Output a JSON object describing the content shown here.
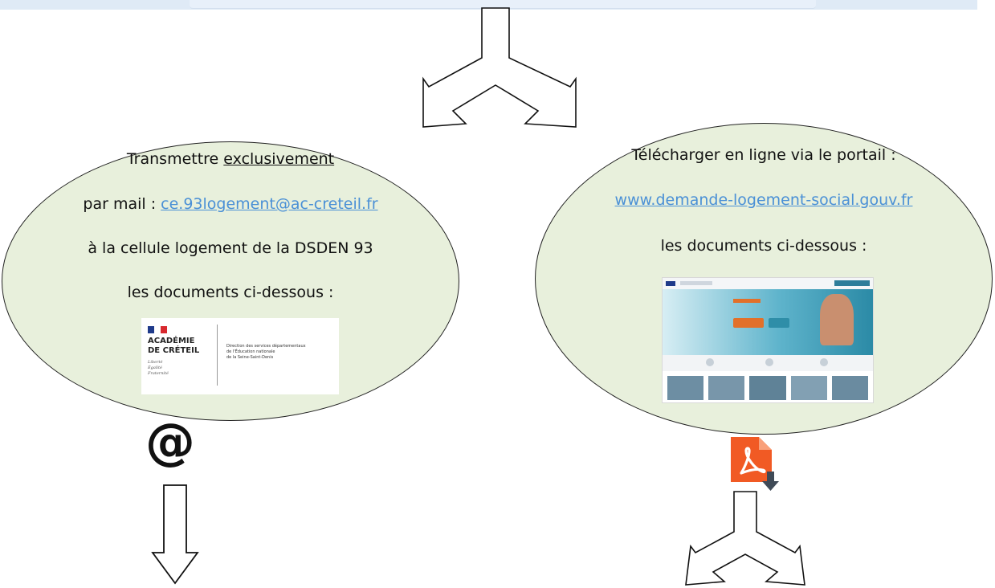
{
  "left_bubble": {
    "line1_prefix": "Transmettre ",
    "line1_emphasis": "exclusivement",
    "line2_prefix": "par mail : ",
    "line2_link": "ce.93logement@ac-creteil.fr",
    "line3": "à la cellule logement de la DSDEN 93",
    "line4": "les documents ci-dessous :",
    "logo": {
      "name_line1": "ACADÉMIE",
      "name_line2": "DE CRÉTEIL",
      "motto_line1": "Liberté",
      "motto_line2": "Égalité",
      "motto_line3": "Fraternité",
      "desc_line1": "Direction des services départementaux",
      "desc_line2": "de l'Éducation nationale",
      "desc_line3": "de la Seine-Saint-Denis"
    }
  },
  "right_bubble": {
    "line1": "Télécharger en ligne via le portail :",
    "line2_link": "www.demande-logement-social.gouv.fr",
    "line3": "les documents ci-dessous :"
  },
  "email_symbol": "@",
  "colors": {
    "bubble_fill": "#e8f0dc",
    "link": "#4a90d6",
    "pdf_red": "#f15a24",
    "band": "#dfeaf6"
  },
  "icons": [
    "at-sign-icon",
    "pdf-download-icon",
    "fork-arrow-icon",
    "down-arrow-icon"
  ]
}
